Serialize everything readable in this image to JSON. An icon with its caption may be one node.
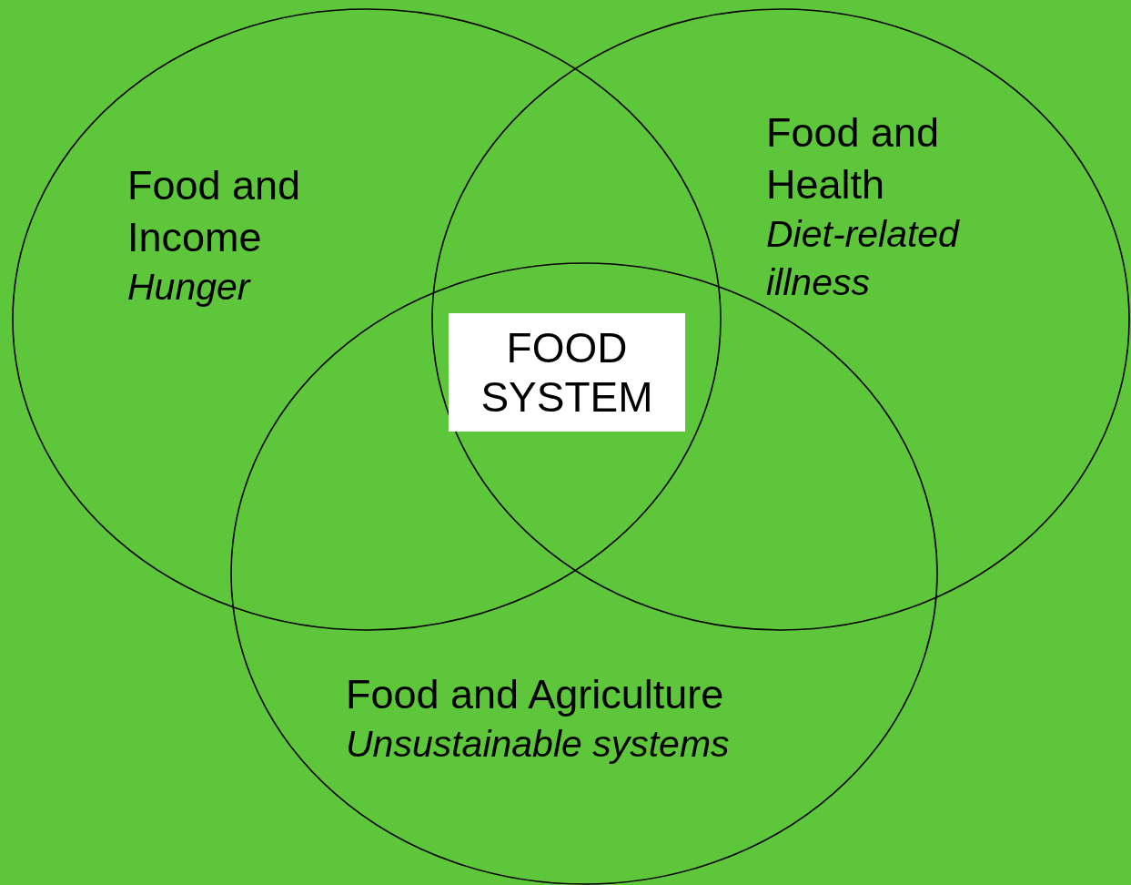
{
  "diagram": {
    "nodes": [
      {
        "text": [
          "Food and Income",
          "Hunger"
        ]
      },
      {
        "text": [
          "Food and Health",
          "Diet-related illness"
        ]
      },
      {
        "text": [
          "Food and Agriculture",
          "Unsustainable systems"
        ]
      },
      {
        "text": [
          "FOOD SYSTEM"
        ]
      }
    ]
  }
}
